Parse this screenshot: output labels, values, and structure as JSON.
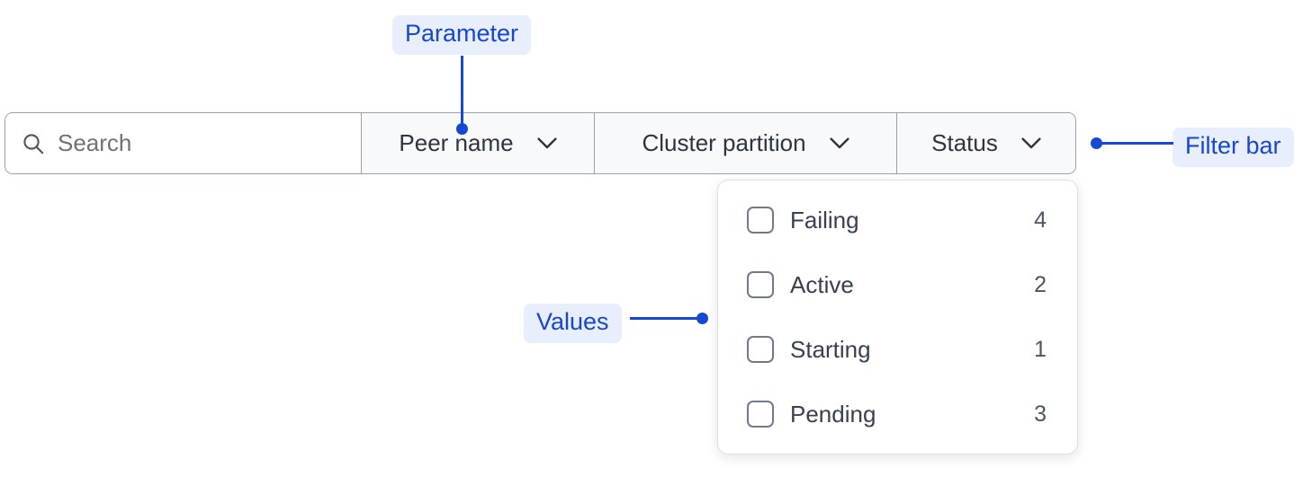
{
  "filter_bar": {
    "search": {
      "icon": "search-icon",
      "placeholder": "Search",
      "value": ""
    },
    "segments": [
      {
        "label": "Peer name",
        "icon": "chevron-down-icon"
      },
      {
        "label": "Cluster partition",
        "icon": "chevron-down-icon"
      },
      {
        "label": "Status",
        "icon": "chevron-down-icon"
      }
    ]
  },
  "dropdown": {
    "items": [
      {
        "label": "Failing",
        "count": "4",
        "checked": false
      },
      {
        "label": "Active",
        "count": "2",
        "checked": false
      },
      {
        "label": "Starting",
        "count": "1",
        "checked": false
      },
      {
        "label": "Pending",
        "count": "3",
        "checked": false
      }
    ]
  },
  "annotations": {
    "parameter": "Parameter",
    "values": "Values",
    "filter_bar": "Filter bar"
  },
  "colors": {
    "annotation_text": "#1648d4",
    "annotation_pill_bg": "#e8eefc",
    "border": "#9aa0ae",
    "segment_bg": "#f8f9fa",
    "text": "#2e3440"
  }
}
